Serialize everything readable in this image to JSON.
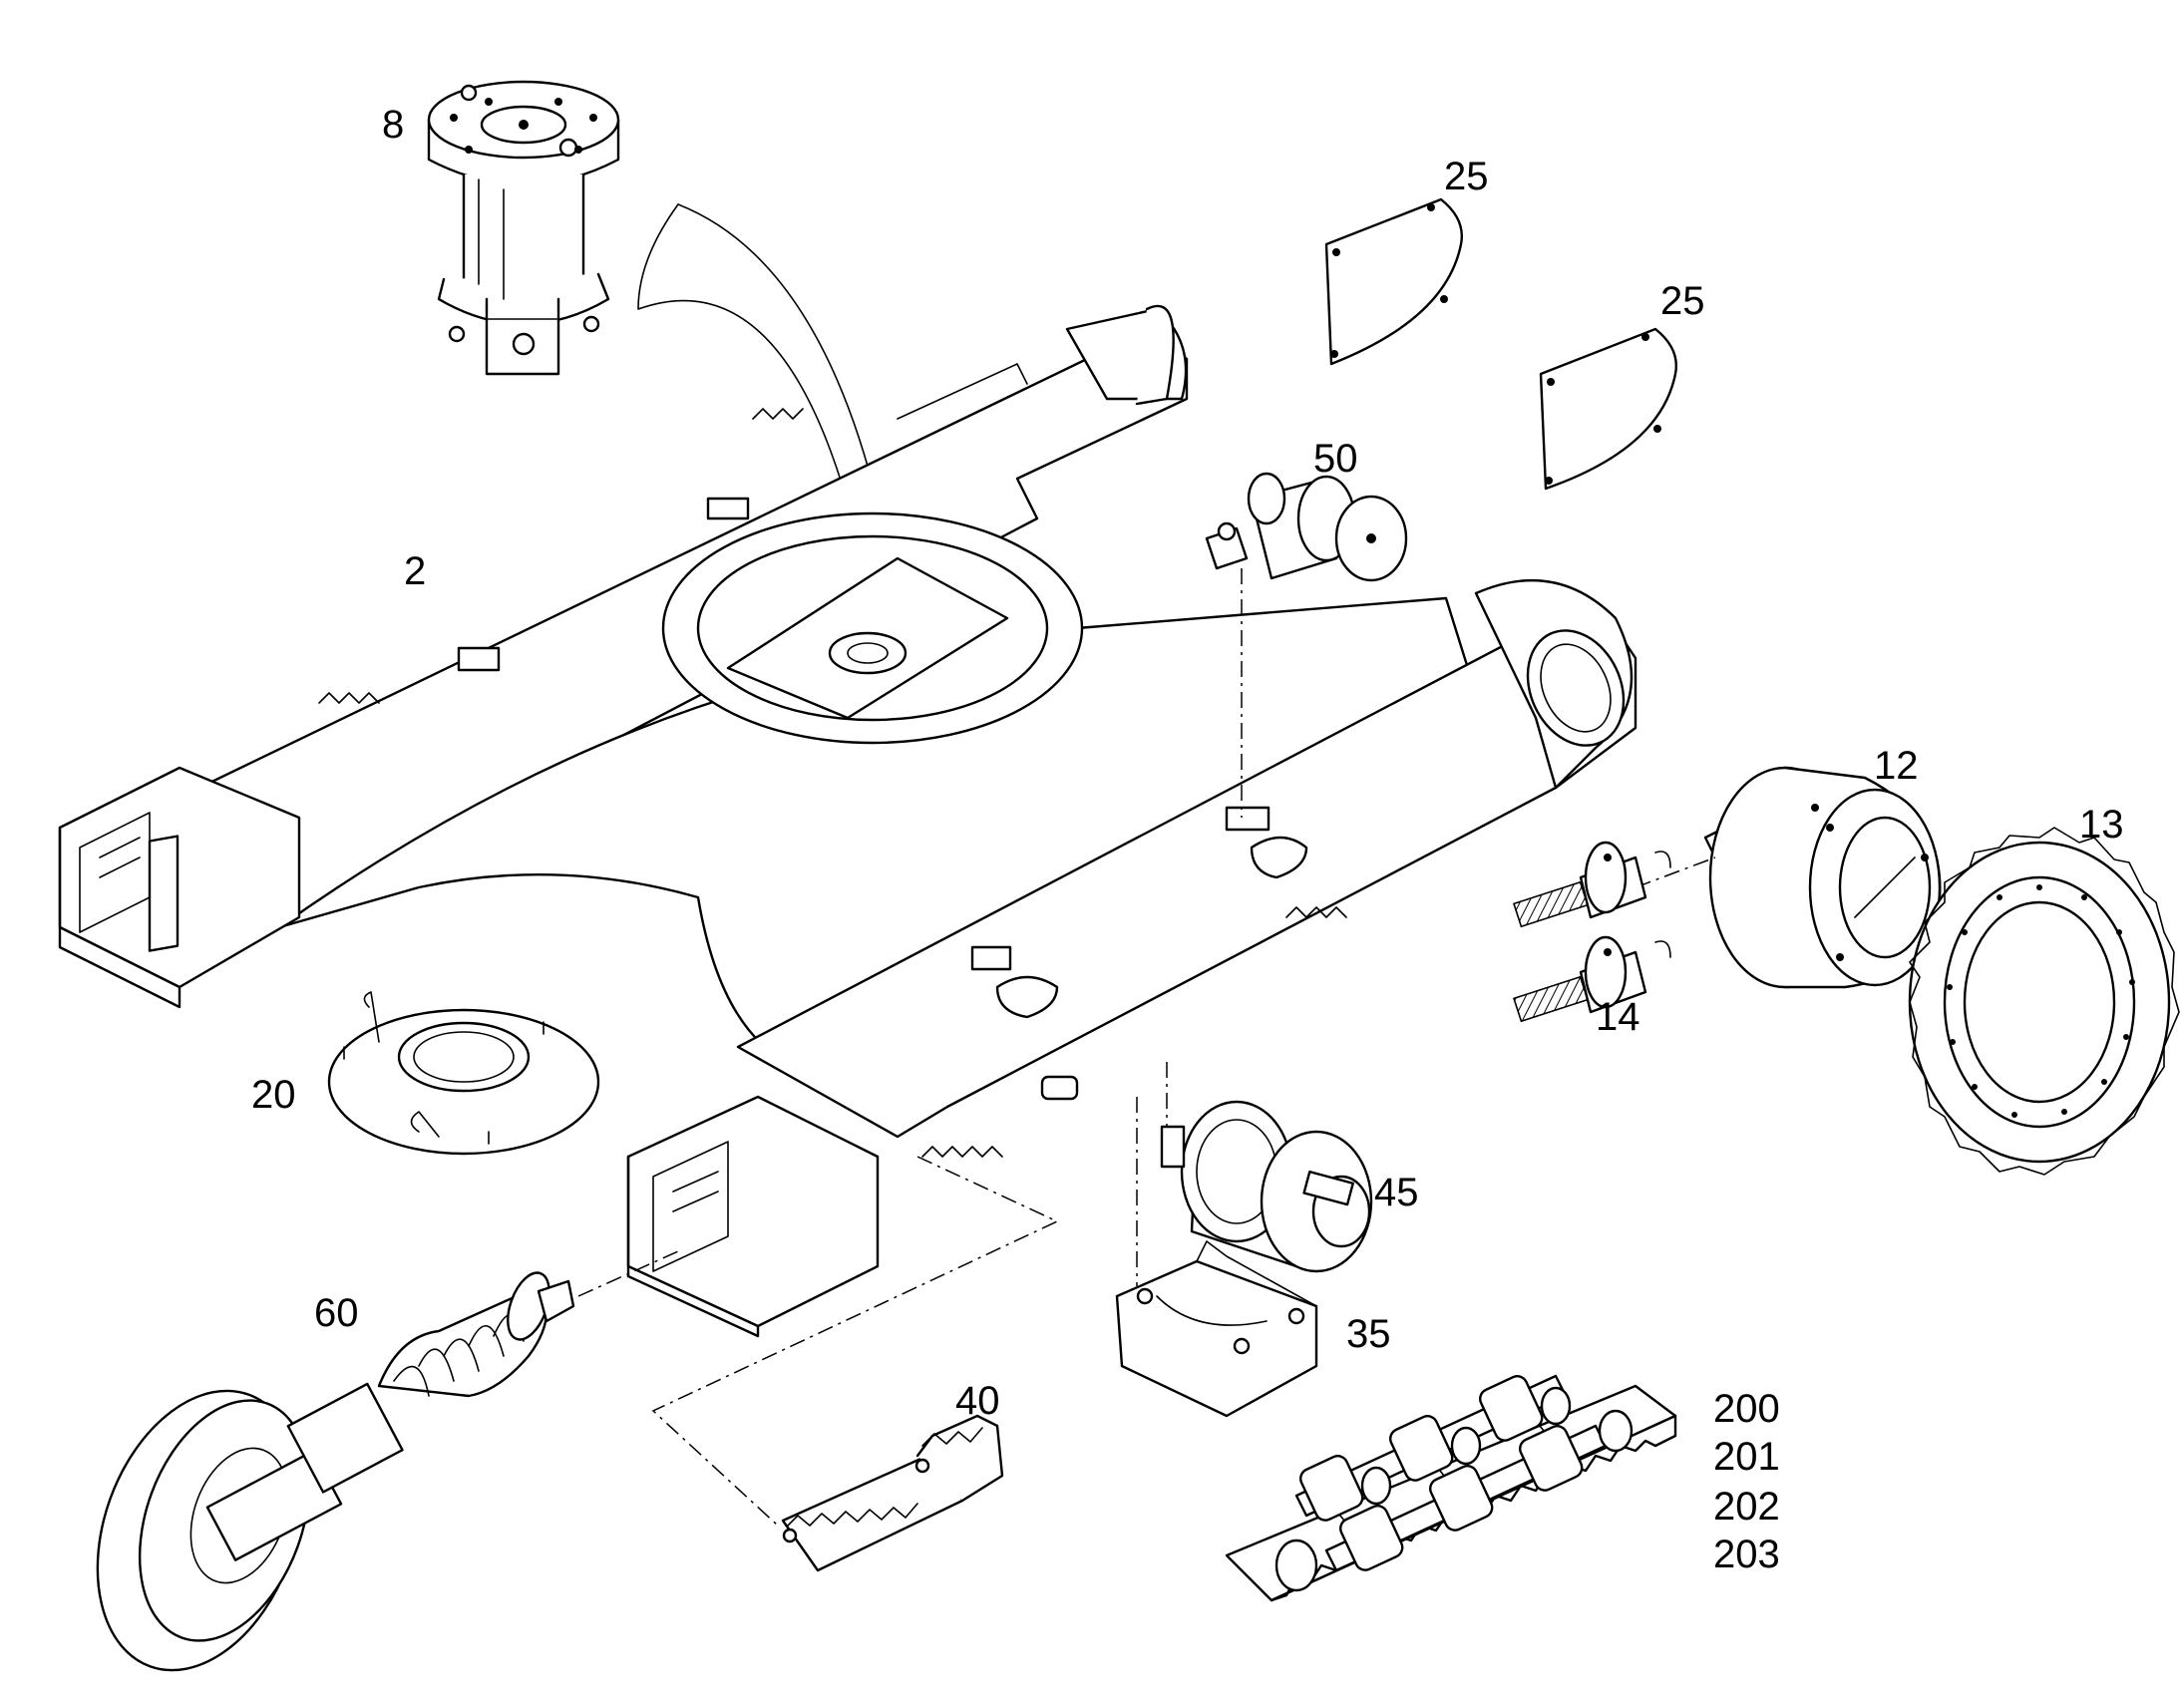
{
  "callouts": {
    "c8": "8",
    "c25a": "25",
    "c25b": "25",
    "c50": "50",
    "c2": "2",
    "c12": "12",
    "c13": "13",
    "c14": "14",
    "c20": "20",
    "c45": "45",
    "c60": "60",
    "c35": "35",
    "c40": "40",
    "c200": "200",
    "c201": "201",
    "c202": "202",
    "c203": "203"
  }
}
